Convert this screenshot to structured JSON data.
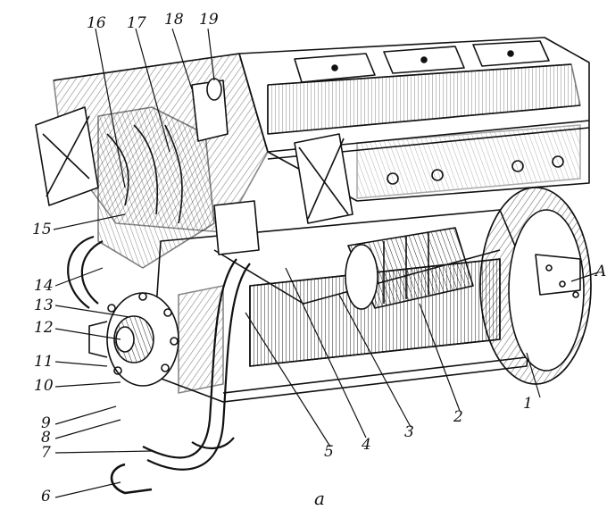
{
  "figure": {
    "caption": "а",
    "callouts": [
      "1",
      "2",
      "3",
      "4",
      "5",
      "6",
      "7",
      "8",
      "9",
      "10",
      "11",
      "12",
      "13",
      "14",
      "15",
      "16",
      "17",
      "18",
      "19",
      "A"
    ],
    "colors": {
      "ink": "#111111",
      "paper": "#ffffff"
    }
  }
}
